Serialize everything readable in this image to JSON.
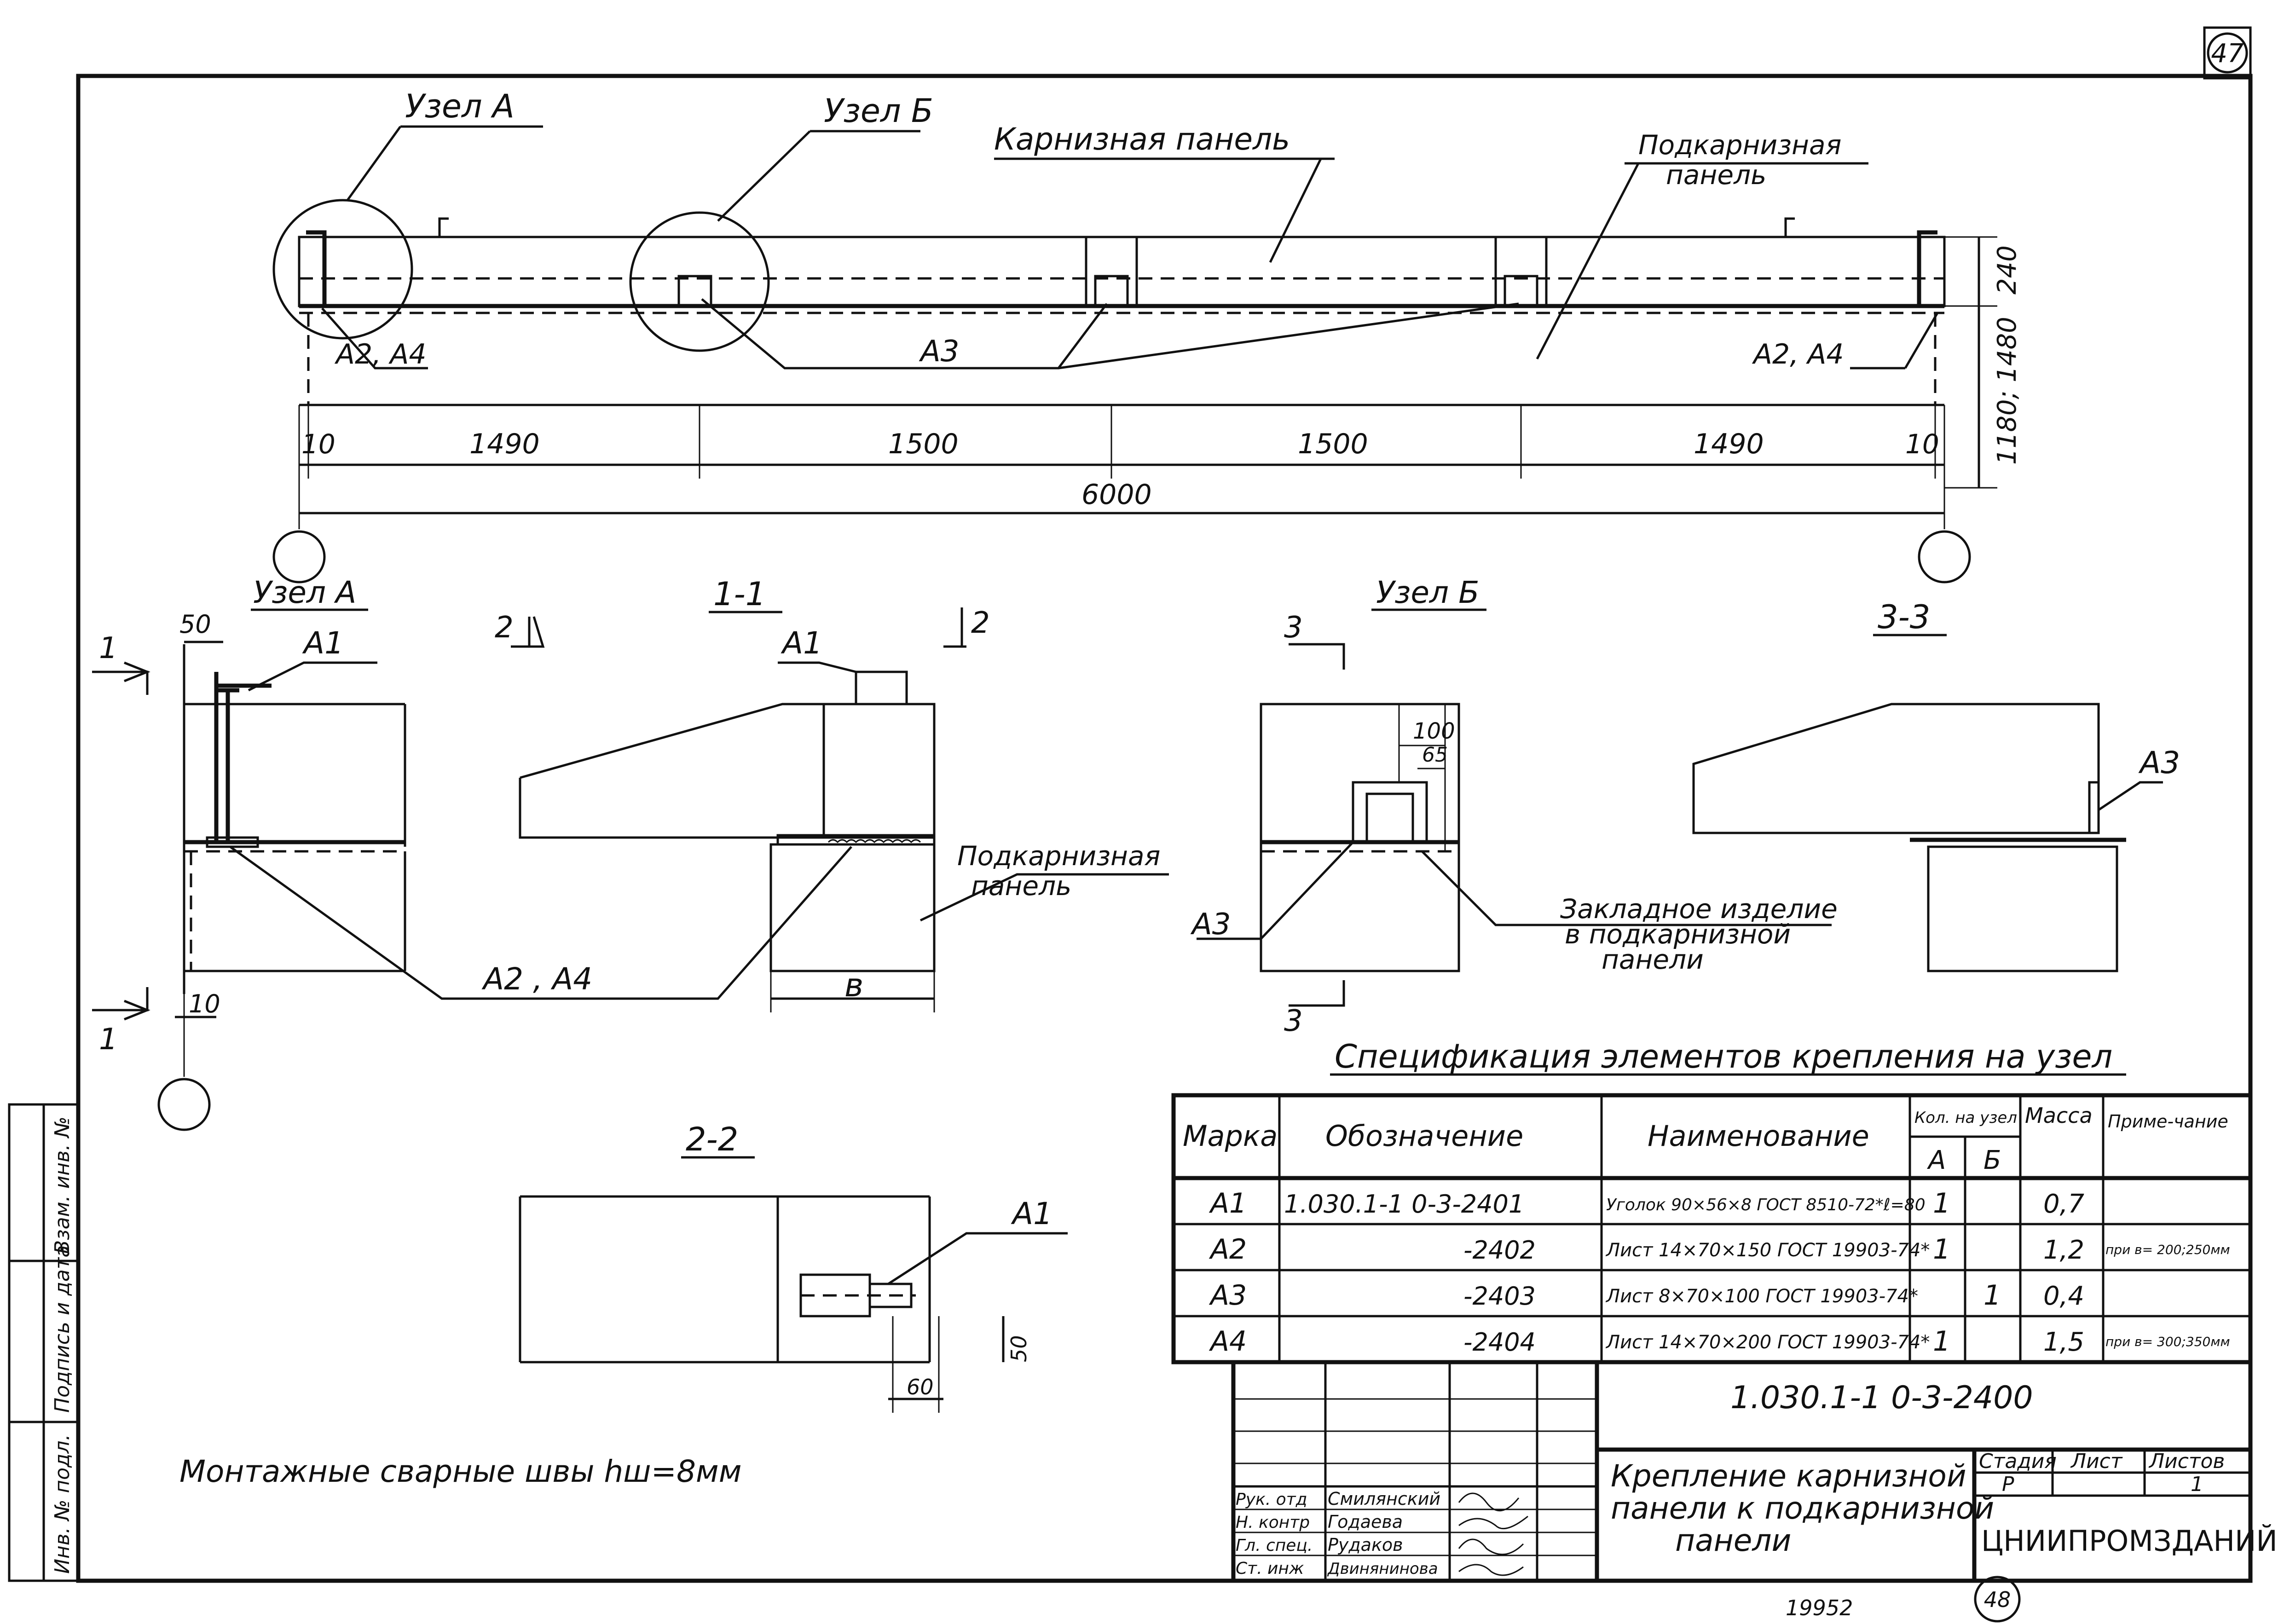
{
  "sheet": {
    "page_number": "47",
    "next_page": "48",
    "bottom_number": "19952"
  },
  "labels": {
    "node_a": "Узел А",
    "node_b": "Узел Б",
    "cornice_panel": "Карнизная панель",
    "subcornice_panel_l1": "Подкарнизная",
    "subcornice_panel_l2": "панель",
    "a2_a4": "А2, А4",
    "a3": "А3",
    "a1": "А1",
    "a2a4_sec": "А2 , А4",
    "section_1": "1-1",
    "section_2": "2-2",
    "section_3": "3-3",
    "cut_1": "1",
    "cut_2": "2",
    "cut_3": "3",
    "b_dim": "в",
    "embedded_l1": "Закладное изделие",
    "embedded_l2": "в подкарнизной",
    "embedded_l3": "панели",
    "welds_note": "Монтажные сварные швы hш=8мм"
  },
  "dims": {
    "d10l": "10",
    "d1490a": "1490",
    "d1500a": "1500",
    "d1500b": "1500",
    "d1490b": "1490",
    "d10r": "10",
    "d6000": "6000",
    "d240": "240",
    "d1180": "1180; 1480",
    "d50": "50",
    "d10": "10",
    "d100": "100",
    "d65": "65",
    "d50b": "50",
    "d60": "60"
  },
  "spec": {
    "title": "Спецификация элементов крепления на узел",
    "headers": {
      "mark": "Марка",
      "designation": "Обозначение",
      "name": "Наименование",
      "qty": "Кол. на узел",
      "qty_a": "А",
      "qty_b": "Б",
      "mass": "Масса",
      "note": "Приме-чание"
    },
    "rows": [
      {
        "mark": "А1",
        "designation": "1.030.1-1 0-3-2401",
        "name": "Уголок 90×56×8 ГОСТ 8510-72*ℓ=80",
        "qa": "1",
        "qb": "",
        "mass": "0,7",
        "note": ""
      },
      {
        "mark": "А2",
        "designation": "-2402",
        "name": "Лист 14×70×150 ГОСТ 19903-74*",
        "qa": "1",
        "qb": "",
        "mass": "1,2",
        "note": "при в= 200;250мм"
      },
      {
        "mark": "А3",
        "designation": "-2403",
        "name": "Лист 8×70×100 ГОСТ 19903-74*",
        "qa": "",
        "qb": "1",
        "mass": "0,4",
        "note": ""
      },
      {
        "mark": "А4",
        "designation": "-2404",
        "name": "Лист 14×70×200 ГОСТ 19903-74*",
        "qa": "1",
        "qb": "",
        "mass": "1,5",
        "note": "при в= 300;350мм"
      }
    ]
  },
  "title_block": {
    "code": "1.030.1-1 0-3-2400",
    "title_l1": "Крепление карнизной",
    "title_l2": "панели к подкарнизной",
    "title_l3": "панели",
    "stage_h": "Стадия",
    "sheet_h": "Лист",
    "sheets_h": "Листов",
    "stage": "Р",
    "sheets": "1",
    "org": "ЦНИИПРОМЗДАНИЙ",
    "people": [
      {
        "role": "Рук. отд",
        "name": "Смилянский"
      },
      {
        "role": "Н. контр",
        "name": "Годаева"
      },
      {
        "role": "Гл. спец.",
        "name": "Рудаков"
      },
      {
        "role": "Ст. инж",
        "name": "Двинянинова"
      }
    ],
    "side": [
      "Инв. № подл.",
      "Подпись и дата",
      "Взам. инв. №"
    ]
  }
}
